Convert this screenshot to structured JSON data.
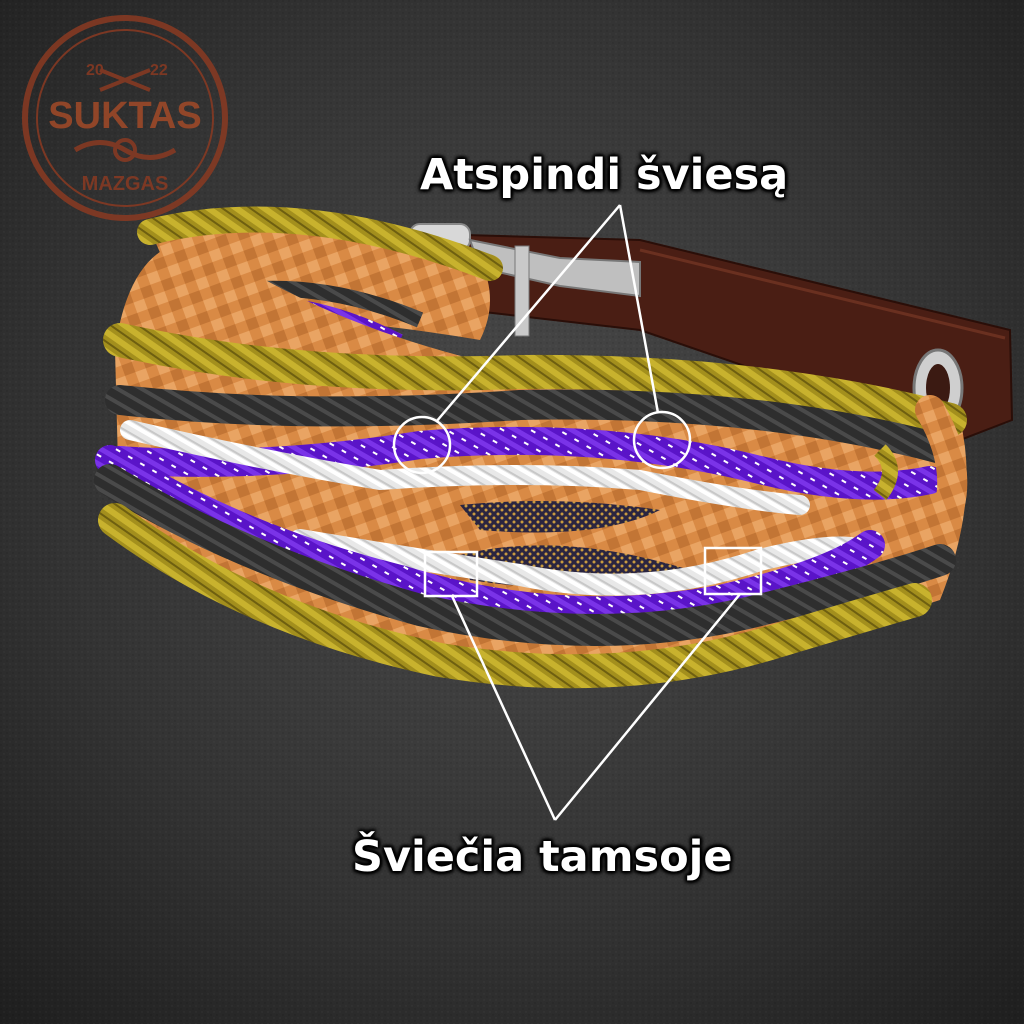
{
  "logo": {
    "brand_top": "SUKTAS",
    "brand_bottom": "MAZGAS",
    "year_left": "20",
    "year_right": "22"
  },
  "annotations": {
    "reflects_light": "Atspindi šviesą",
    "glows_in_dark": "Šviečia tamsoje"
  },
  "colors": {
    "background": "#2b2b2b",
    "cord_gold": "#a38f1d",
    "cord_orange": "#d98a45",
    "cord_black": "#2e2e2e",
    "cord_purple": "#5a14c8",
    "cord_white": "#e8e8e8",
    "leather_strap": "#4a1e14",
    "logo_brown": "#8a3a22",
    "annotation_line": "#ffffff"
  }
}
